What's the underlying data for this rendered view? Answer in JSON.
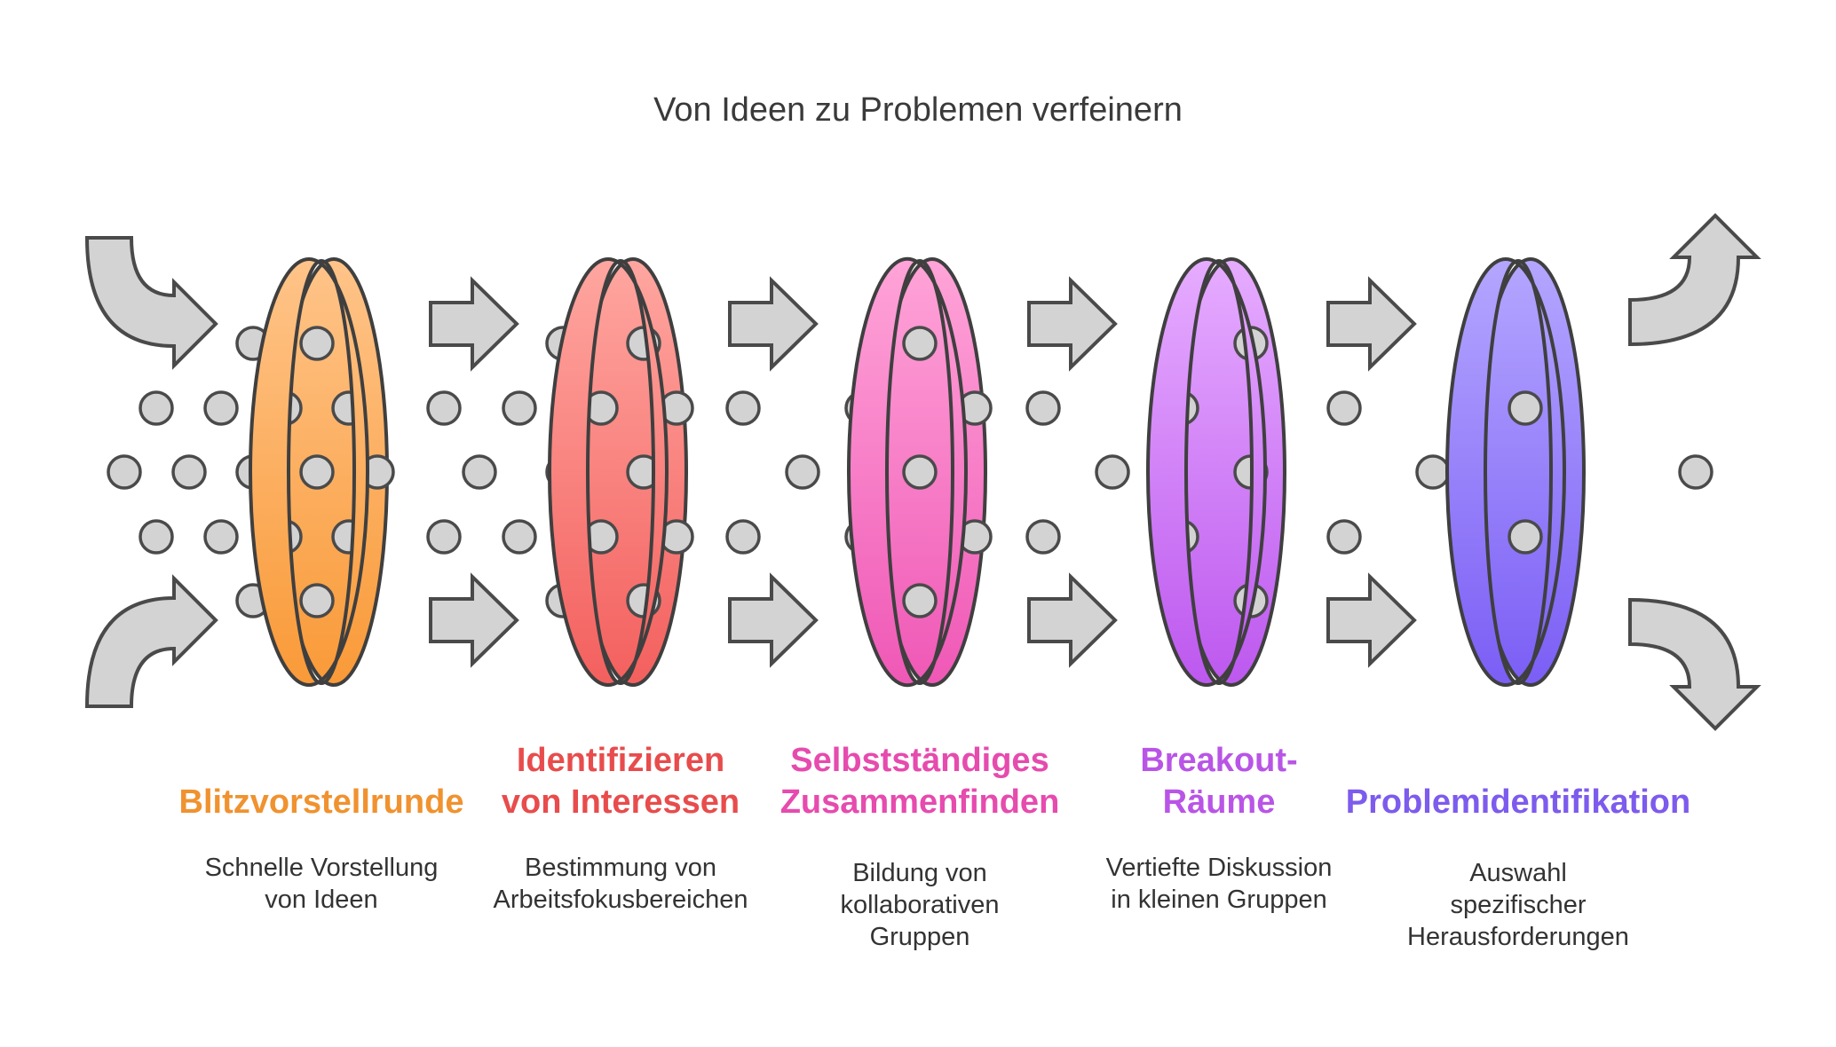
{
  "title": "Von Ideen zu Problemen verfeinern",
  "stages": [
    {
      "title_lines": [
        "Blitzvorstellrunde"
      ],
      "desc_lines": [
        "Schnelle Vorstellung",
        "von Ideen"
      ],
      "color": "#f0922f",
      "gradient": [
        "#ffc489",
        "#f99a38"
      ],
      "icon": "filter-ring-icon"
    },
    {
      "title_lines": [
        "Identifizieren",
        "von Interessen"
      ],
      "desc_lines": [
        "Bestimmung von",
        "Arbeitsfokusbereichen"
      ],
      "color": "#e84c4c",
      "gradient": [
        "#ffa6a0",
        "#f3605e"
      ],
      "icon": "filter-ring-icon"
    },
    {
      "title_lines": [
        "Selbstständiges",
        "Zusammenfinden"
      ],
      "desc_lines": [
        "Bildung von",
        "kollaborativen",
        "Gruppen"
      ],
      "color": "#e64bae",
      "gradient": [
        "#ffa4d8",
        "#ef58b6"
      ],
      "icon": "filter-ring-icon"
    },
    {
      "title_lines": [
        "Breakout-",
        "Räume"
      ],
      "desc_lines": [
        "Vertiefte Diskussion",
        "in kleinen Gruppen"
      ],
      "color": "#b955e6",
      "gradient": [
        "#e6acff",
        "#bd58ef"
      ],
      "icon": "filter-ring-icon"
    },
    {
      "title_lines": [
        "Problemidentifikation"
      ],
      "desc_lines": [
        "Auswahl",
        "spezifischer",
        "Herausforderungen"
      ],
      "color": "#7d5bed",
      "gradient": [
        "#b4a6ff",
        "#7b5ef5"
      ],
      "icon": "filter-ring-icon"
    }
  ],
  "icons": {
    "incoming": "curved-arrow-in-icon",
    "flow": "arrow-right-icon",
    "outgoing": "curved-arrow-out-icon",
    "particle": "idea-dot-icon"
  },
  "colors": {
    "arrow_fill": "#d3d3d3",
    "outline": "#4a4a4a",
    "title_text": "#3a3a3a",
    "desc_text": "#333333"
  }
}
